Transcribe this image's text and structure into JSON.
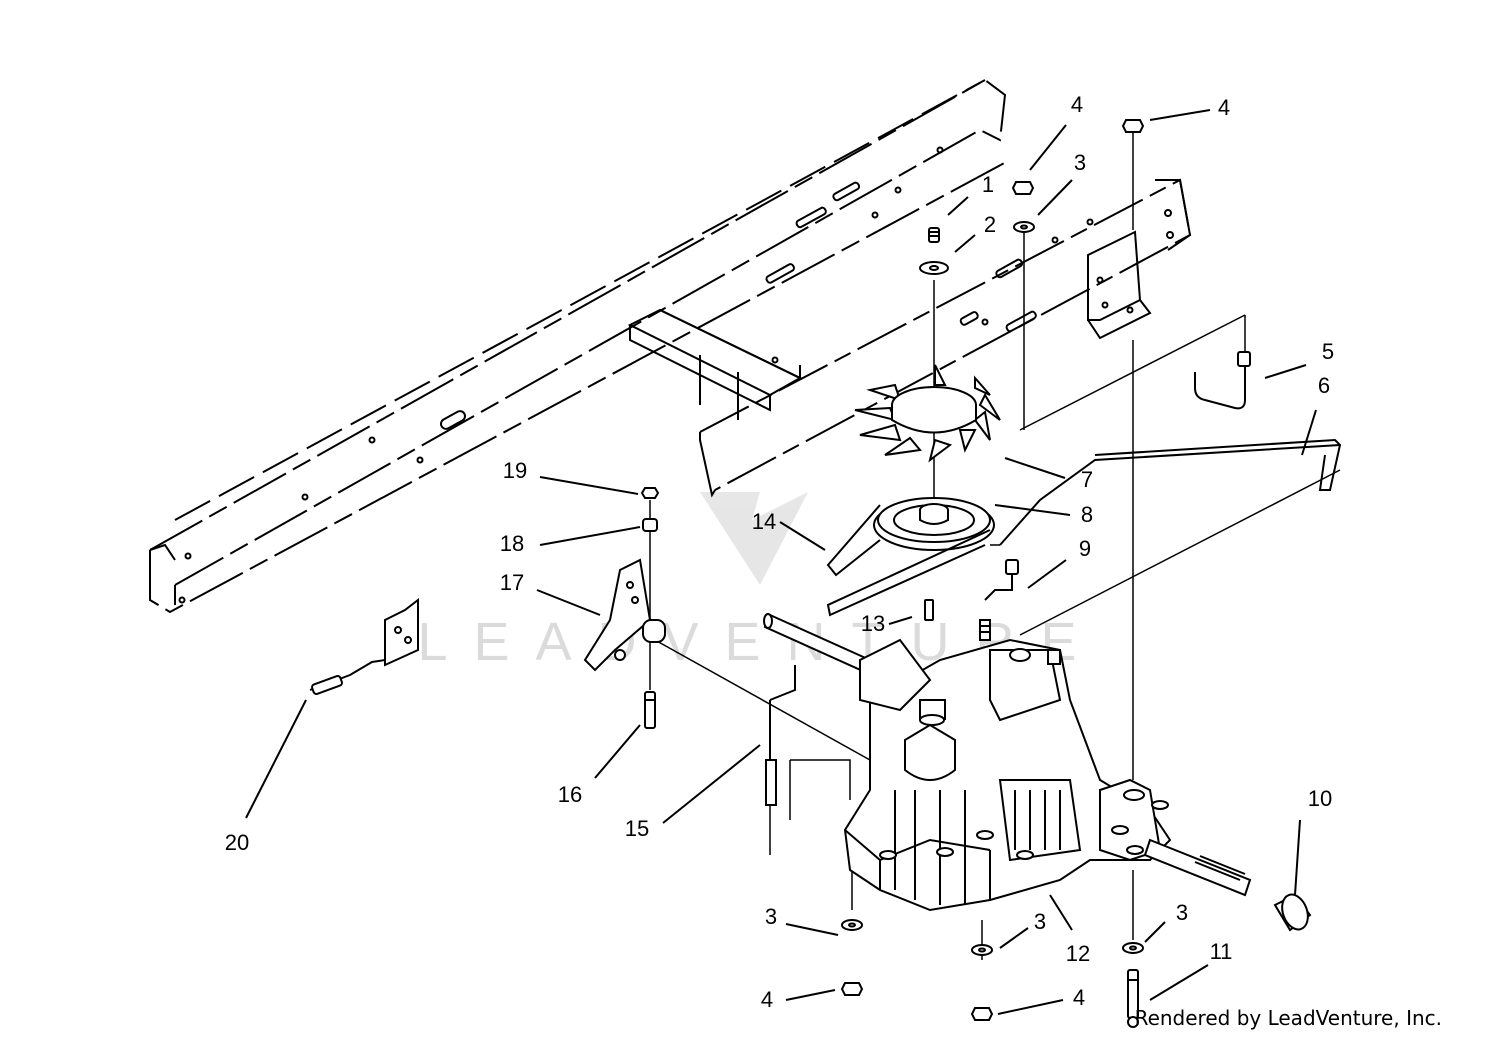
{
  "credit": "Rendered by LeadVenture, Inc.",
  "watermark": "LEADVENTURE",
  "callouts": {
    "c1": "1",
    "c2": "2",
    "c3a": "3",
    "c3b": "3",
    "c3c": "3",
    "c3d": "3",
    "c4a": "4",
    "c4b": "4",
    "c4c": "4",
    "c4d": "4",
    "c5": "5",
    "c6": "6",
    "c7": "7",
    "c8": "8",
    "c9": "9",
    "c10": "10",
    "c11": "11",
    "c12": "12",
    "c13": "13",
    "c14": "14",
    "c15": "15",
    "c16": "16",
    "c17": "17",
    "c18": "18",
    "c19": "19",
    "c20": "20"
  },
  "colors": {
    "line": "#000000",
    "watermark": "#d8d8d8",
    "background": "#ffffff"
  }
}
